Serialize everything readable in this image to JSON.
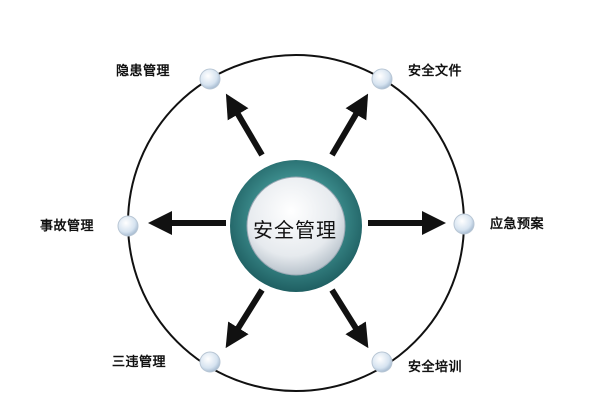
{
  "center": {
    "label": "安全管理"
  },
  "nodes": [
    {
      "id": "hazard",
      "label": "隐患管理"
    },
    {
      "id": "documents",
      "label": "安全文件"
    },
    {
      "id": "accident",
      "label": "事故管理"
    },
    {
      "id": "emergency",
      "label": "应急预案"
    },
    {
      "id": "violations",
      "label": "三违管理"
    },
    {
      "id": "training",
      "label": "安全培训"
    }
  ],
  "colors": {
    "center_ring": "#2f7f7f",
    "center_core": "#e4e9ed",
    "node_fill": "#d9e6f2",
    "line": "#111111"
  }
}
